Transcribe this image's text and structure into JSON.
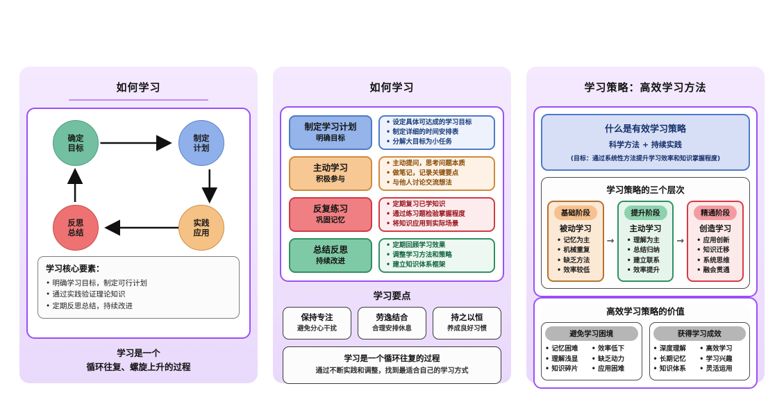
{
  "panel1": {
    "title": "如何学习",
    "nodes": [
      {
        "name": "goal",
        "line1": "确定",
        "line2": "目标",
        "color": "#72c0a1"
      },
      {
        "name": "plan",
        "line1": "制定",
        "line2": "计划",
        "color": "#8fb0ea"
      },
      {
        "name": "practice",
        "line1": "实践",
        "line2": "应用",
        "color": "#f5c185"
      },
      {
        "name": "reflect",
        "line1": "反思",
        "line2": "总结",
        "color": "#ee7272"
      }
    ],
    "core": {
      "heading": "学习核心要素：",
      "items": [
        "明确学习目标，制定可行计划",
        "通过实践验证理论知识",
        "定期反思总结，持续改进"
      ]
    },
    "footer": {
      "line1": "学习是一个",
      "line2": "循环往复、螺旋上升的过程"
    }
  },
  "panel2": {
    "title": "如何学习",
    "rows": [
      {
        "label_main": "制定学习计划",
        "label_sub": "明确目标",
        "theme": "blue",
        "details": [
          "设定具体可达成的学习目标",
          "制定详细的时间安排表",
          "分解大目标为小任务"
        ]
      },
      {
        "label_main": "主动学习",
        "label_sub": "积极参与",
        "theme": "orange",
        "details": [
          "主动提问，思考问题本质",
          "做笔记，记录关键要点",
          "与他人讨论交流想法"
        ]
      },
      {
        "label_main": "反复练习",
        "label_sub": "巩固记忆",
        "theme": "red",
        "details": [
          "定期复习已学知识",
          "通过练习题检验掌握程度",
          "将知识应用到实际场景"
        ]
      },
      {
        "label_main": "总结反思",
        "label_sub": "持续改进",
        "theme": "green",
        "details": [
          "定期回顾学习效果",
          "调整学习方法和策略",
          "建立知识体系框架"
        ]
      }
    ],
    "points_title": "学习要点",
    "points": [
      {
        "main": "保持专注",
        "sub": "避免分心干扰"
      },
      {
        "main": "劳逸结合",
        "sub": "合理安排休息"
      },
      {
        "main": "持之以恒",
        "sub": "养成良好习惯"
      }
    ],
    "summary": {
      "line1": "学习是一个循环往复的过程",
      "line2": "通过不断实践和调整，找到最适合自己的学习方式"
    }
  },
  "panel3": {
    "title": "学习策略：高效学习方法",
    "intro": {
      "heading": "什么是有效学习策略",
      "formula": "科学方法 + 持续实践",
      "note": "(目标：通过系统性方法提升学习效率和知识掌握程度)"
    },
    "levels_title": "学习策略的三个层次",
    "stages": [
      {
        "pill": "基础阶段",
        "mode": "被动学习",
        "theme": "orange",
        "items": [
          "记忆为主",
          "机械重复",
          "缺乏方法",
          "效率较低"
        ]
      },
      {
        "pill": "提升阶段",
        "mode": "主动学习",
        "theme": "green",
        "items": [
          "理解为主",
          "总结归纳",
          "建立联系",
          "效率提升"
        ]
      },
      {
        "pill": "精通阶段",
        "mode": "创造学习",
        "theme": "red",
        "items": [
          "应用创新",
          "知识迁移",
          "系统思维",
          "融会贯通"
        ]
      }
    ],
    "stage_arrow": "→",
    "value_title": "高效学习策略的价值",
    "value_cards": [
      {
        "pill": "避免学习困境",
        "col1": [
          "记忆困难",
          "理解浅显",
          "知识碎片"
        ],
        "col2": [
          "效率低下",
          "缺乏动力",
          "应用困难"
        ]
      },
      {
        "pill": "获得学习成效",
        "col1": [
          "深度理解",
          "长期记忆",
          "知识体系"
        ],
        "col2": [
          "高效学习",
          "学习兴趣",
          "灵活运用"
        ]
      }
    ]
  },
  "theme": {
    "panel_bg_top": "#f4e9fe",
    "panel_bg_bottom": "#e9d9fb",
    "panel_border": "#9b4ff5",
    "title_rule": "#bb8ef0",
    "page_bg": "#ffffff"
  }
}
